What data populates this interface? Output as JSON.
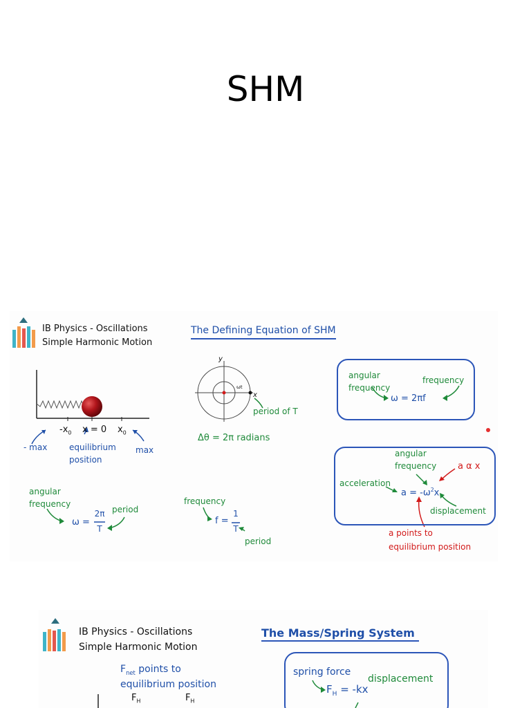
{
  "title": "SHM",
  "slide1": {
    "header_line1": "IB Physics - Oscillations",
    "header_line2": "Simple Harmonic Motion",
    "section_title": "The Defining Equation of SHM",
    "spring_labels": {
      "neg_x0": "-x",
      "neg_x0_sub": "0",
      "x_eq_0": "x = 0",
      "x0": "x",
      "x0_sub": "0",
      "neg_max": "- max",
      "equilibrium_line1": "equilibrium",
      "equilibrium_line2": "position",
      "max": "max"
    },
    "circle_labels": {
      "y_axis": "y",
      "x_axis": "x",
      "omega_t": "ωt",
      "period_of_T": "period of T",
      "delta_theta": "Δθ = 2π radians"
    },
    "omega_period": {
      "angular_line1": "angular",
      "angular_line2": "frequency",
      "lhs": "ω =",
      "num": "2π",
      "den": "T",
      "period": "period"
    },
    "freq_period": {
      "frequency": "frequency",
      "lhs": "f =",
      "num": "1",
      "den": "T",
      "period": "period"
    },
    "box1": {
      "angular_line1": "angular",
      "angular_line2": "frequency",
      "frequency": "frequency",
      "equation": "ω = 2πf"
    },
    "box2": {
      "angular_line1": "angular",
      "angular_line2": "frequency",
      "a_alpha_x": "a α x",
      "acceleration": "acceleration",
      "equation_a": "a = -ω",
      "equation_sup": "2",
      "equation_x": "x",
      "displacement": "displacement"
    },
    "note_line1": "a points to",
    "note_line2": "equilibrium position"
  },
  "slide2": {
    "header_line1": "IB Physics - Oscillations",
    "header_line2": "Simple Harmonic Motion",
    "section_title": "The Mass/Spring System",
    "fnet_F": "F",
    "fnet_sub": "net",
    "fnet_rest": " points to",
    "fnet_line2": "equilibrium position",
    "fh1": "F",
    "fh1_sub": "H",
    "fh2": "F",
    "fh2_sub": "H",
    "spring_force": "spring force",
    "displacement": "displacement",
    "eq_F": "F",
    "eq_sub": "H",
    "eq_rest": " = -kx"
  },
  "colors": {
    "title_blue": "#2b55b8",
    "label_blue": "#1f4fa8",
    "label_green": "#1f8a3a",
    "label_red": "#d21a1a",
    "logo_teal": "#2d6e7e",
    "logo_cyan": "#3fb4c8",
    "logo_orange": "#f29b4b",
    "logo_red": "#e5574e",
    "ball_red": "#b0141a"
  }
}
